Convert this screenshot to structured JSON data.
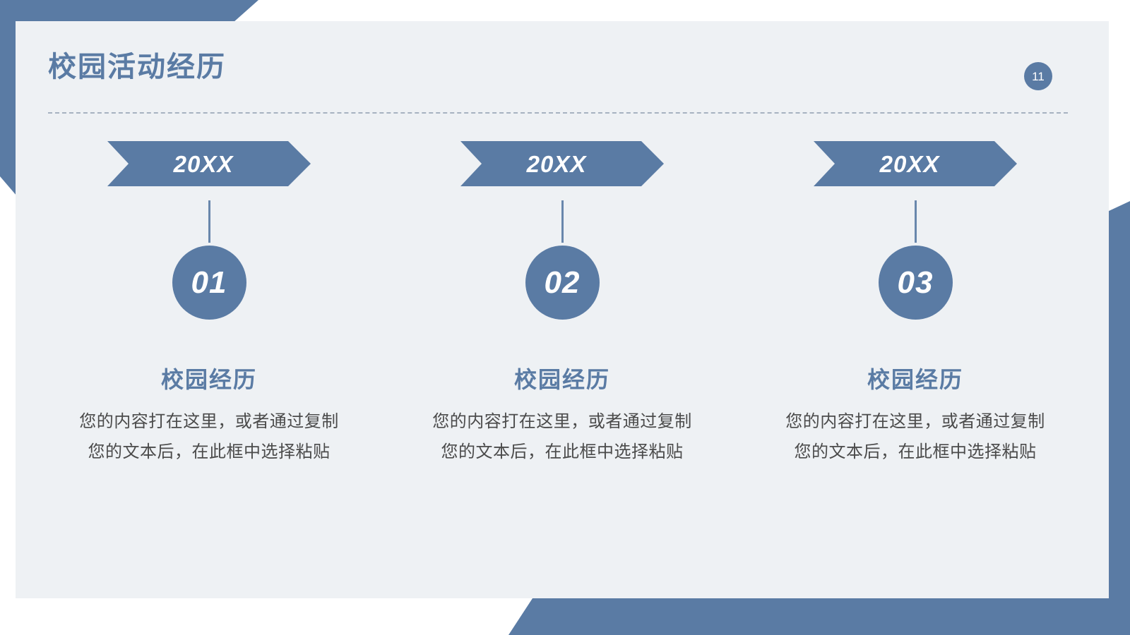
{
  "slide": {
    "title": "校园活动经历",
    "page_number": "11",
    "accent_color": "#5a7ba4",
    "card_bg": "#eef1f4",
    "body_text_color": "#4b4b4b"
  },
  "columns": [
    {
      "year": "20XX",
      "step": "01",
      "heading": "校园经历",
      "body": "您的内容打在这里，或者通过复制您的文本后，在此框中选择粘贴"
    },
    {
      "year": "20XX",
      "step": "02",
      "heading": "校园经历",
      "body": "您的内容打在这里，或者通过复制您的文本后，在此框中选择粘贴"
    },
    {
      "year": "20XX",
      "step": "03",
      "heading": "校园经历",
      "body": "您的内容打在这里，或者通过复制您的文本后，在此框中选择粘贴"
    }
  ]
}
